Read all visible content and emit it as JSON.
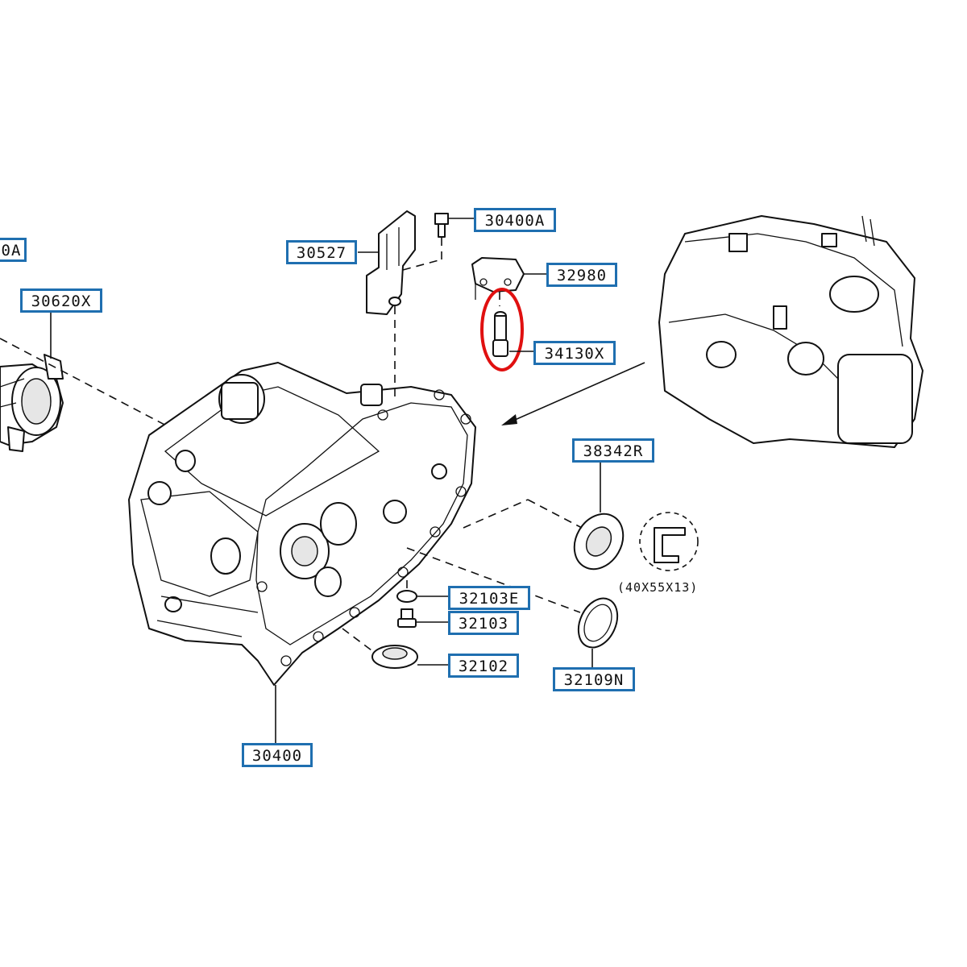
{
  "labels": {
    "p30400A_partial": "0A",
    "p30620X": "30620X",
    "p30527": "30527",
    "p30400A": "30400A",
    "p32980": "32980",
    "p34130X": "34130X",
    "p38342R": "38342R",
    "p32103E": "32103E",
    "p32103": "32103",
    "p32102": "32102",
    "p32109N": "32109N",
    "p30400": "30400"
  },
  "seal_size_note": "(40X55X13)",
  "colors": {
    "label_border": "#1f6fb0",
    "highlight": "#e01010",
    "line": "#111111"
  }
}
